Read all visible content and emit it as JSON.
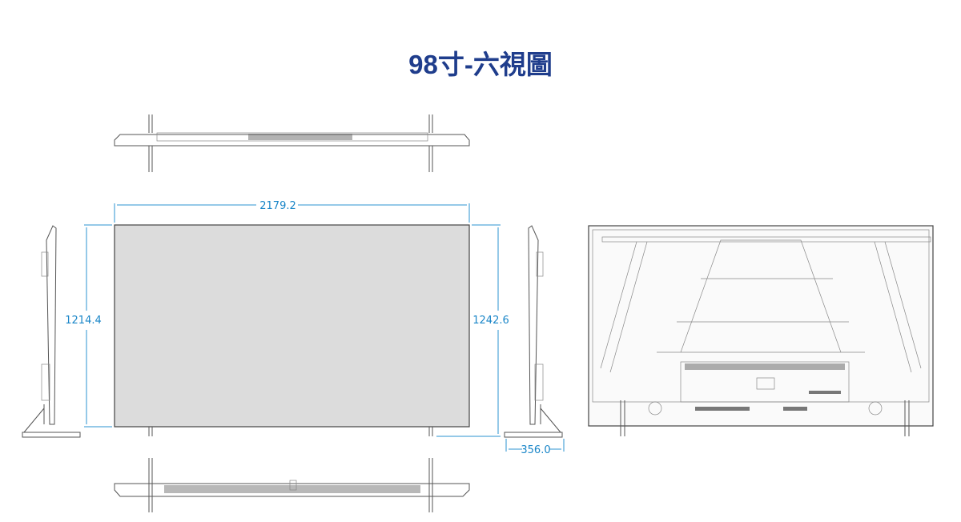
{
  "title": "98寸-六視圖",
  "dimensions": {
    "width": "2179.2",
    "height_left": "1214.4",
    "height_right": "1242.6",
    "depth": "356.0"
  },
  "colors": {
    "title": "#1f3d8c",
    "dimension": "#1a86c8",
    "screen": "#dcdcdc"
  }
}
